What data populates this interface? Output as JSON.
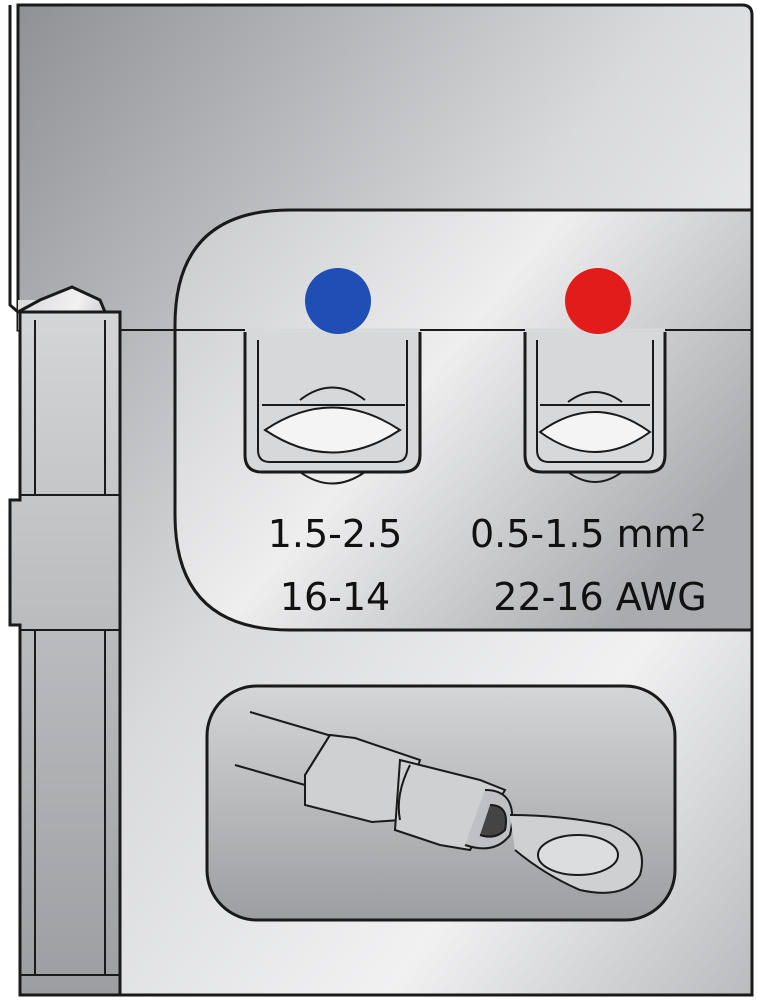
{
  "title": "Crimp die insert for insulated ring terminals",
  "colors": {
    "cavity_left_marker": "#1f4fb5",
    "cavity_right_marker": "#e21b1b",
    "metal_light": "#e8e9eb",
    "metal_dark": "#8e9094",
    "outline": "#1a1a1a"
  },
  "cavities": [
    {
      "marker": "blue",
      "mm2": "1.5-2.5",
      "awg": "16-14"
    },
    {
      "marker": "red",
      "mm2": "0.5-1.5 mm",
      "mm2_sup": "2",
      "awg": "22-16 AWG"
    }
  ],
  "illustration": {
    "icon": "ring-terminal-icon"
  }
}
